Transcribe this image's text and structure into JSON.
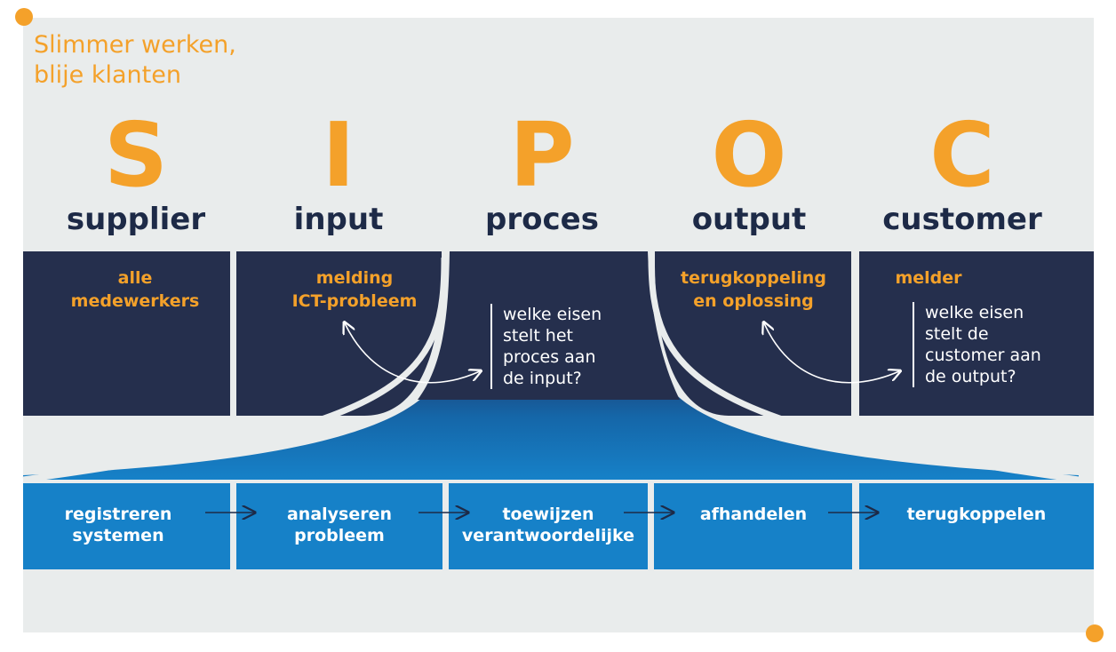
{
  "tagline": {
    "line1": "Slimmer werken,",
    "line2": "blije klanten"
  },
  "columns": [
    {
      "letter": "S",
      "word": "supplier",
      "box": [
        "alle",
        "medewerkers"
      ]
    },
    {
      "letter": "I",
      "word": "input",
      "box": [
        "melding",
        "ICT-probleem"
      ]
    },
    {
      "letter": "P",
      "word": "proces",
      "box": []
    },
    {
      "letter": "O",
      "word": "output",
      "box": [
        "terugkoppeling",
        "en oplossing"
      ]
    },
    {
      "letter": "C",
      "word": "customer",
      "box": [
        "melder"
      ]
    }
  ],
  "questions": {
    "proces": [
      "welke eisen",
      "stelt het",
      "proces aan",
      "de input?"
    ],
    "customer": [
      "welke eisen",
      "stelt de",
      "customer aan",
      "de output?"
    ]
  },
  "steps": [
    [
      "registreren",
      "systemen"
    ],
    [
      "analyseren",
      "probleem"
    ],
    [
      "toewijzen",
      "verantwoordelijke"
    ],
    [
      "afhandelen"
    ],
    [
      "terugkoppelen"
    ]
  ],
  "colors": {
    "orange": "#f4a12a",
    "navy": "#252f4d",
    "blue": "#1681c8",
    "panel": "#e9ecec"
  }
}
